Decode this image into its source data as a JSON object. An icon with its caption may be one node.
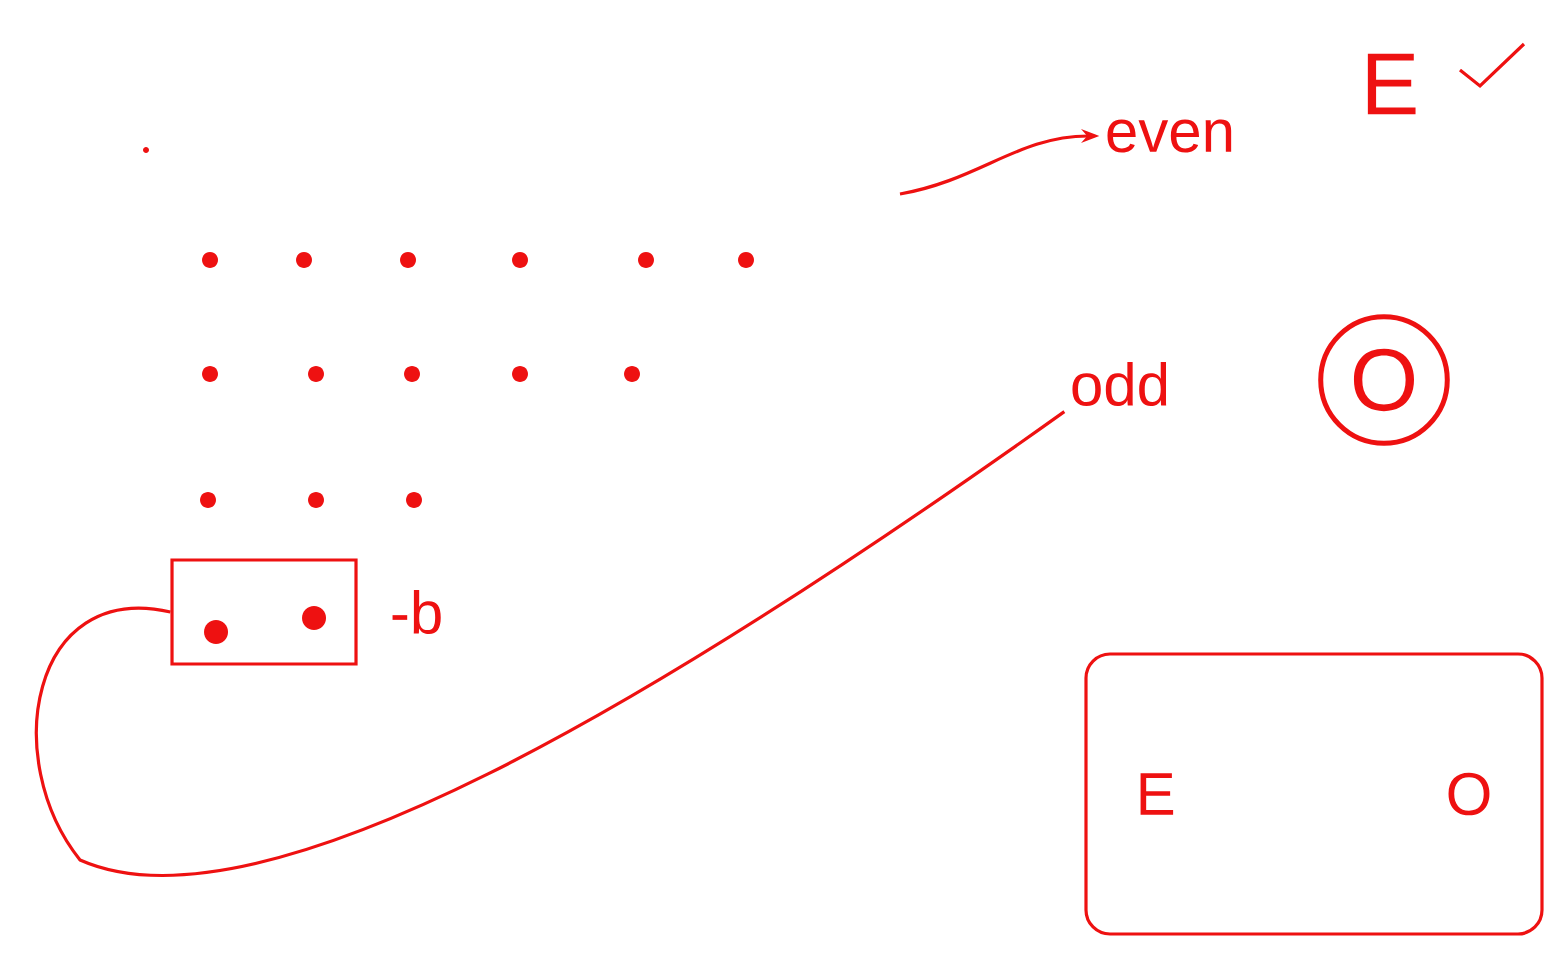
{
  "diagram": {
    "nodes": [
      {
        "text": [],
        "shape": "box",
        "beside": [
          "-b"
        ]
      },
      {
        "text": [
          "E",
          "O"
        ]
      },
      {
        "text": [
          "even"
        ]
      },
      {
        "text": [
          "odd"
        ]
      }
    ],
    "edges": [
      {
        "from": null,
        "to": 2,
        "arrow": "to"
      },
      {
        "from": 3,
        "to": 0,
        "arrow": "none"
      }
    ],
    "labels": [
      "E",
      "O"
    ]
  }
}
